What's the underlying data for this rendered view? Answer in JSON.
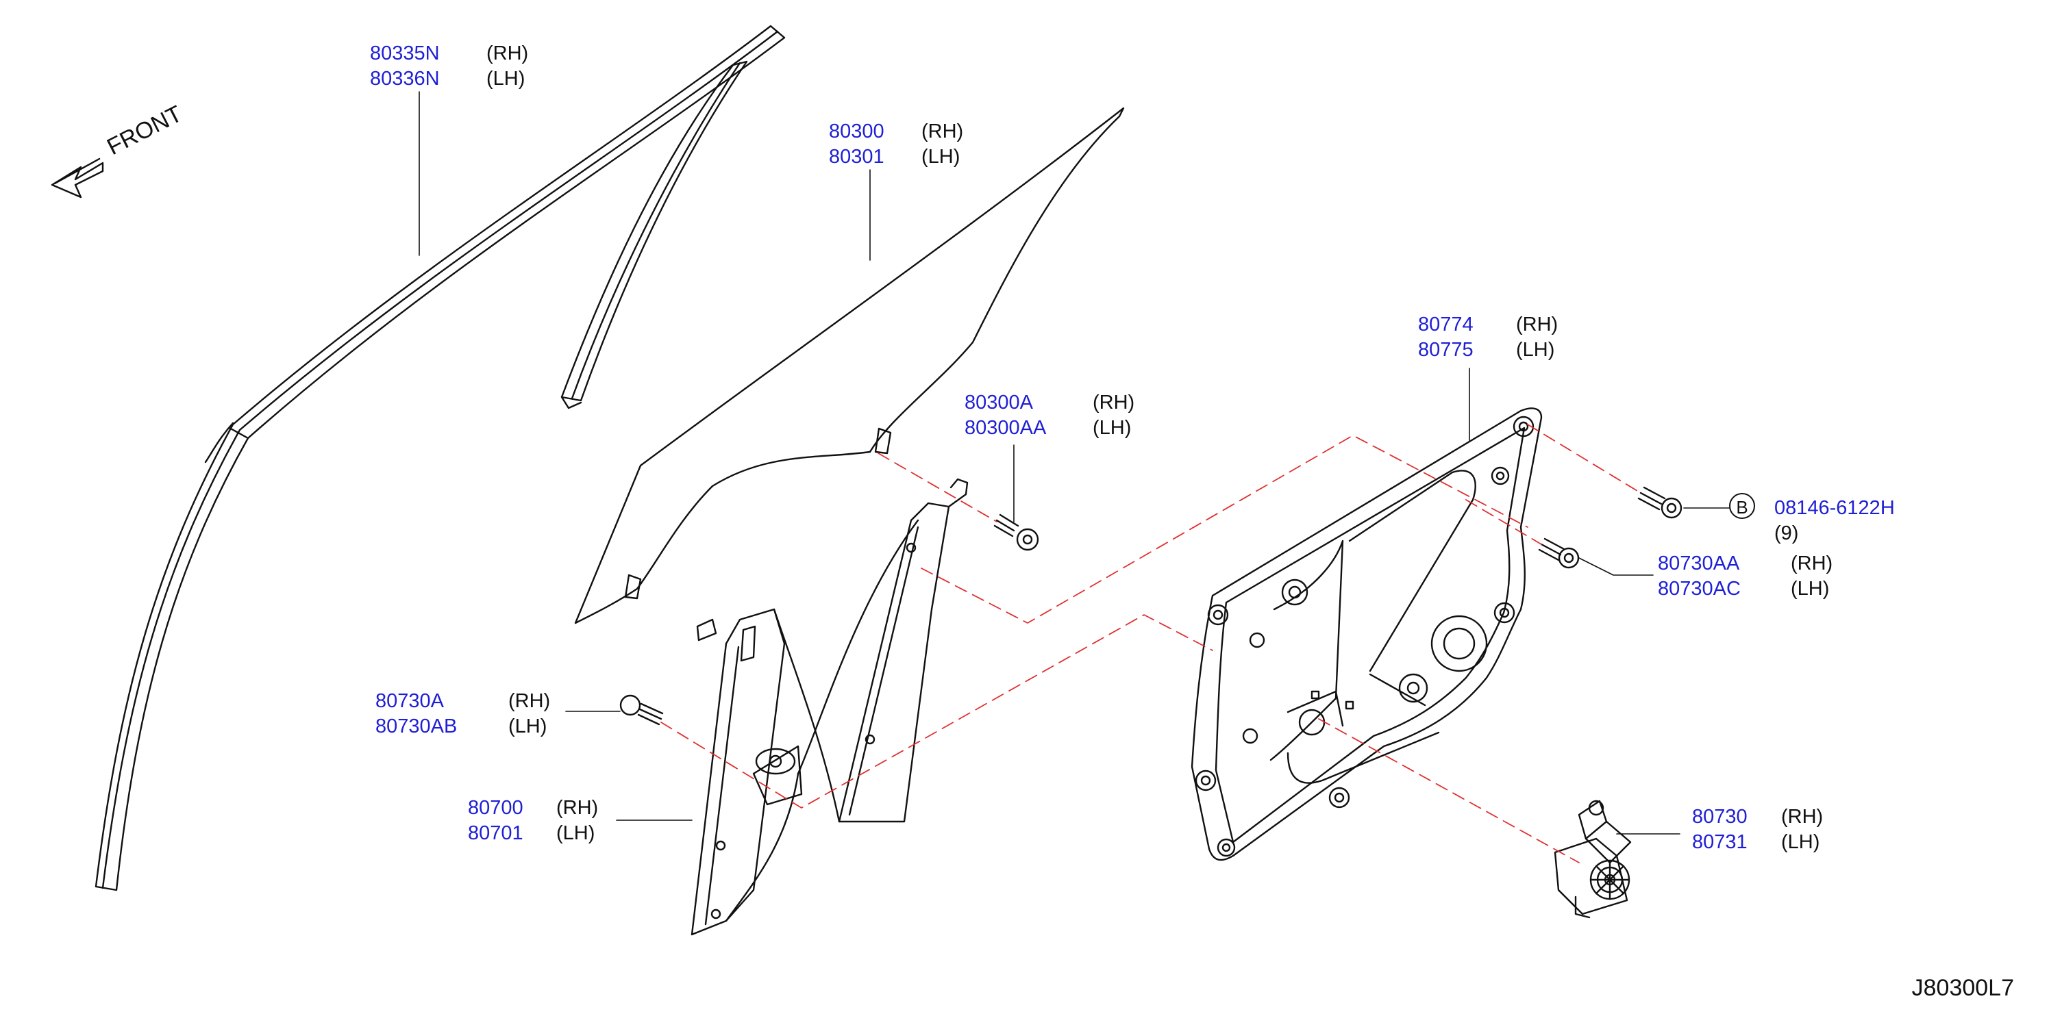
{
  "diagram": {
    "front_label": "FRONT",
    "reference_code": "J80300L7",
    "callout_symbol": "B",
    "part_color": "#1f1fd6",
    "line_color": "#111111",
    "dash_color": "#e03030",
    "parts": [
      {
        "id": "sash_seal",
        "numbers": [
          "80335N",
          "80336N"
        ],
        "sides": [
          "(RH)",
          "(LH)"
        ]
      },
      {
        "id": "door_glass",
        "numbers": [
          "80300",
          "80301"
        ],
        "sides": [
          "(RH)",
          "(LH)"
        ]
      },
      {
        "id": "glass_bolt",
        "numbers": [
          "80300A",
          "80300AA"
        ],
        "sides": [
          "(RH)",
          "(LH)"
        ]
      },
      {
        "id": "module_panel",
        "numbers": [
          "80774",
          "80775"
        ],
        "sides": [
          "(RH)",
          "(LH)"
        ]
      },
      {
        "id": "bolt_b",
        "numbers": [
          "08146-6122H"
        ],
        "sides": [
          "(9)"
        ]
      },
      {
        "id": "regulator_bolt_r",
        "numbers": [
          "80730AA",
          "80730AC"
        ],
        "sides": [
          "(RH)",
          "(LH)"
        ]
      },
      {
        "id": "regulator_bolt_l",
        "numbers": [
          "80730A",
          "80730AB"
        ],
        "sides": [
          "(RH)",
          "(LH)"
        ]
      },
      {
        "id": "regulator",
        "numbers": [
          "80700",
          "80701"
        ],
        "sides": [
          "(RH)",
          "(LH)"
        ]
      },
      {
        "id": "motor",
        "numbers": [
          "80730",
          "80731"
        ],
        "sides": [
          "(RH)",
          "(LH)"
        ]
      }
    ]
  }
}
